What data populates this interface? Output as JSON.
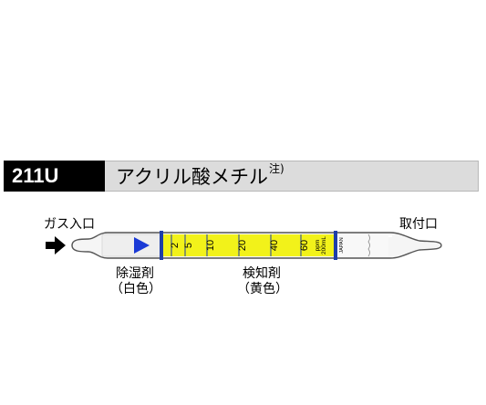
{
  "header": {
    "code": "211U",
    "name": "アクリル酸メチル",
    "note_mark": "注)"
  },
  "labels": {
    "inlet": "ガス入口",
    "outlet": "取付口",
    "desiccant": "除湿剤",
    "desiccant_color": "（白色）",
    "reagent": "検知剤",
    "reagent_color": "（黄色）"
  },
  "scale": {
    "ticks": [
      {
        "label": "2"
      },
      {
        "label": "5"
      },
      {
        "label": "10"
      },
      {
        "label": "20"
      },
      {
        "label": "40"
      },
      {
        "label": "60"
      }
    ],
    "unit_line1": "ppm",
    "unit_line2": "200mL",
    "origin": "JAPAN"
  },
  "colors": {
    "reagent_fill": "#f2f21a",
    "band": "#1f3fa8",
    "arrow": "#1a3ad6",
    "header_code_bg": "#000000",
    "header_name_bg": "#dcdcdc"
  },
  "icons": {
    "inlet_arrow": "arrow-right-icon",
    "flow_arrow": "triangle-right-icon"
  }
}
